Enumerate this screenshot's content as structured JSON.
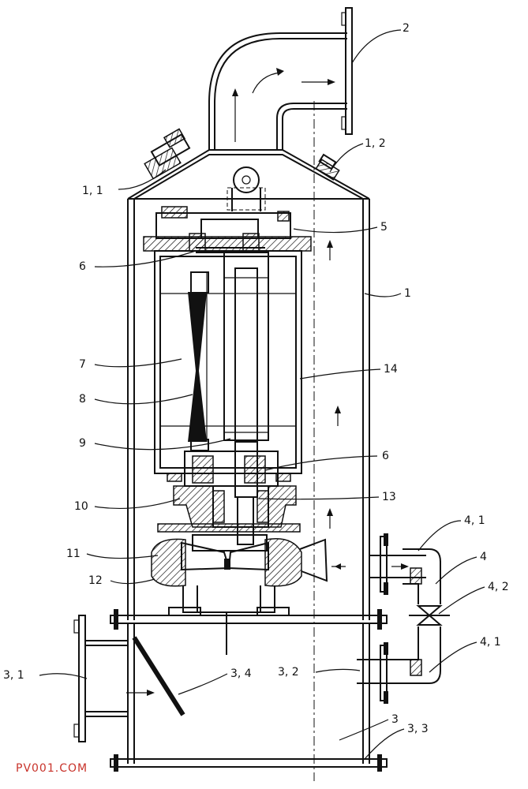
{
  "watermark": "PV001.COM",
  "labels": [
    {
      "id": "l2",
      "text": "2"
    },
    {
      "id": "l1_2",
      "text": "1, 2"
    },
    {
      "id": "l1_1",
      "text": "1, 1"
    },
    {
      "id": "l5",
      "text": "5"
    },
    {
      "id": "l6a",
      "text": "6"
    },
    {
      "id": "l1",
      "text": "1"
    },
    {
      "id": "l7",
      "text": "7"
    },
    {
      "id": "l14",
      "text": "14"
    },
    {
      "id": "l8",
      "text": "8"
    },
    {
      "id": "l9",
      "text": "9"
    },
    {
      "id": "l6b",
      "text": "6"
    },
    {
      "id": "l10",
      "text": "10"
    },
    {
      "id": "l13",
      "text": "13"
    },
    {
      "id": "l4_1a",
      "text": "4, 1"
    },
    {
      "id": "l11",
      "text": "11"
    },
    {
      "id": "l4",
      "text": "4"
    },
    {
      "id": "l12",
      "text": "12"
    },
    {
      "id": "l4_2",
      "text": "4, 2"
    },
    {
      "id": "l4_1b",
      "text": "4, 1"
    },
    {
      "id": "l3_1",
      "text": "3, 1"
    },
    {
      "id": "l3_4",
      "text": "3, 4"
    },
    {
      "id": "l3_2",
      "text": "3, 2"
    },
    {
      "id": "l3",
      "text": "3"
    },
    {
      "id": "l3_3",
      "text": "3, 3"
    }
  ]
}
